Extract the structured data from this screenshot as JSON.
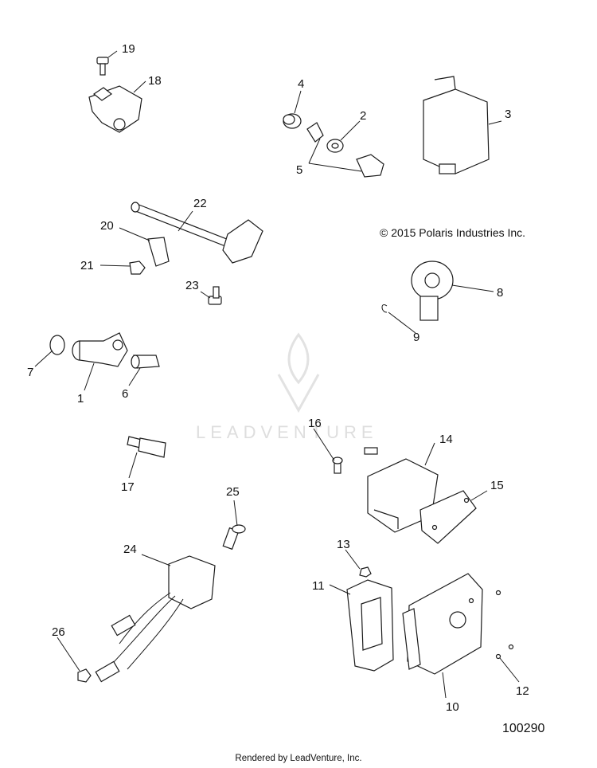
{
  "copyright": "© 2015 Polaris Industries Inc.",
  "diagram_id": "100290",
  "footer": "Rendered by LeadVenture, Inc.",
  "watermark": "LEADVENTURE",
  "callouts": {
    "c1": "1",
    "c2": "2",
    "c3": "3",
    "c4": "4",
    "c5": "5",
    "c6": "6",
    "c7": "7",
    "c8": "8",
    "c9": "9",
    "c10": "10",
    "c11": "11",
    "c12": "12",
    "c13": "13",
    "c14": "14",
    "c15": "15",
    "c16": "16",
    "c17": "17",
    "c18": "18",
    "c19": "19",
    "c20": "20",
    "c21": "21",
    "c22": "22",
    "c23": "23",
    "c24": "24",
    "c25": "25",
    "c26": "26"
  }
}
